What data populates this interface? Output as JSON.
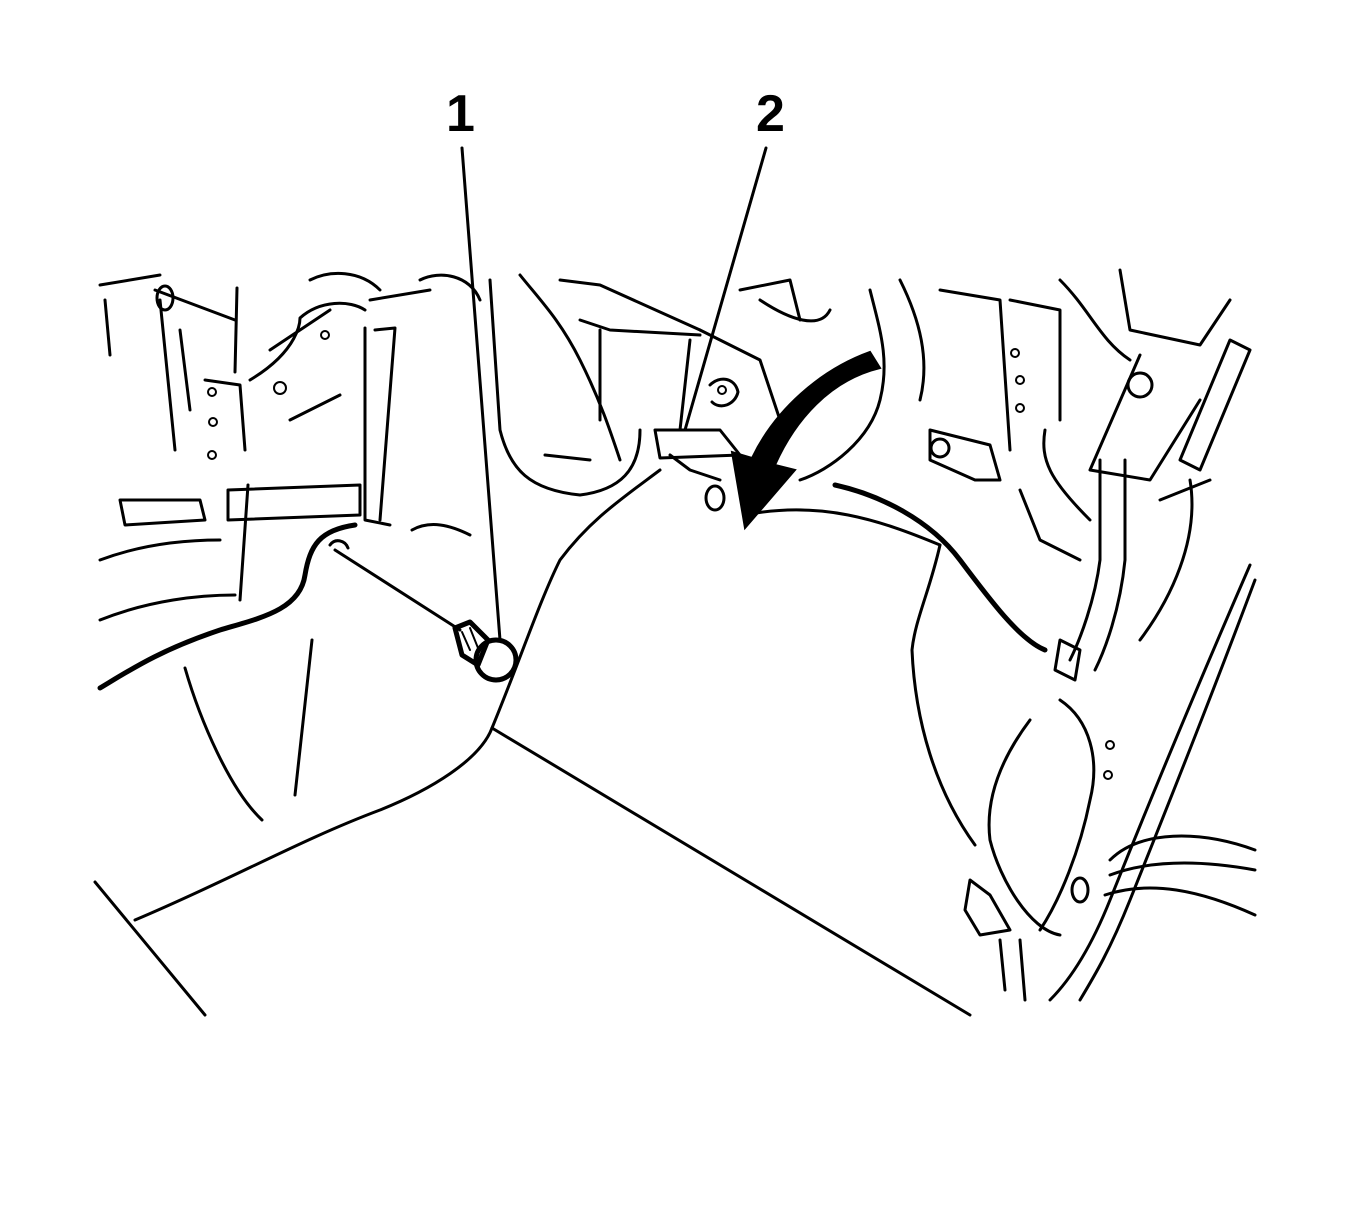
{
  "diagram": {
    "type": "automotive-service-illustration",
    "style": "black line art on white",
    "background_color": "#ffffff",
    "line_color": "#000000",
    "callouts": [
      {
        "id": "1",
        "label": "1",
        "points_to": "push-pin retainer fastener"
      },
      {
        "id": "2",
        "label": "2",
        "points_to": "panel clip / tab at center bracket"
      }
    ],
    "annotations": [
      {
        "type": "removal-direction-arrow",
        "direction": "down-left",
        "color": "#000000"
      }
    ],
    "components": [
      "push-pin-retainer",
      "insulator-panel",
      "left-bracket-assembly",
      "center-bracket",
      "right-steering-column-area",
      "wiring-harness"
    ]
  }
}
